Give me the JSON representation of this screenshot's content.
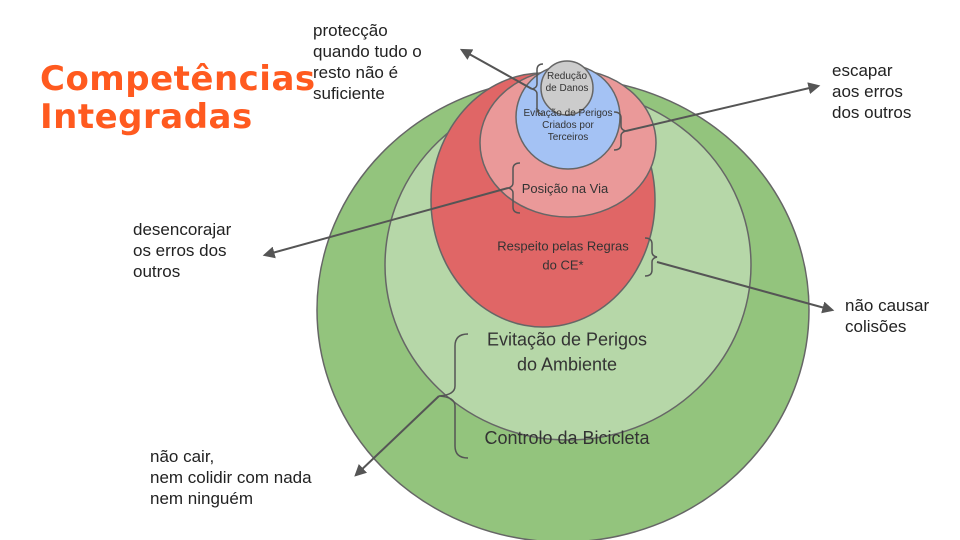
{
  "title": {
    "line1": "Competências",
    "line2": "Integradas"
  },
  "colors": {
    "title": "#ff5a1f",
    "outer_green": "#93c47d",
    "light_green": "#b6d7a8",
    "red": "#e06666",
    "pink": "#ea9999",
    "blue": "#a4c2f4",
    "grey": "#cccccc",
    "lines": "#555555"
  },
  "layers": {
    "harm_reduction": "Redução\nde Danos",
    "third_party_hazards": "Evitação de Perigos\nCriados por\nTerceiros",
    "road_position": "Posição na Via",
    "rules_respect": "Respeito pelas Regras\ndo CE*",
    "environment_hazards": "Evitação de Perigos\ndo Ambiente",
    "bike_control": "Controlo da Bicicleta"
  },
  "annotations": {
    "protection": "protecção\nquando tudo o\nresto não é\nsuficiente",
    "escape": "escapar\naos erros\ndos outros",
    "discourage": "desencorajar\nos erros dos\noutros",
    "no_collisions": "não causar\ncolisões",
    "no_fall": "não cair,\nnem colidir com nada\nnem ninguém"
  }
}
